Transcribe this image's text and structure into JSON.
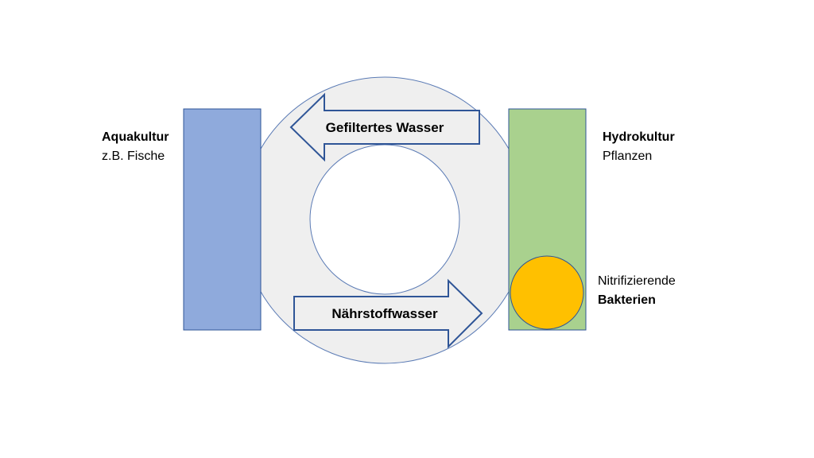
{
  "colors": {
    "ring_fill": "#efefef",
    "ring_stroke": "#5b7bb5",
    "aquakultur_fill": "#8faadc",
    "aquakultur_stroke": "#2f5597",
    "hydrokultur_fill": "#a9d18e",
    "hydrokultur_stroke": "#2f5597",
    "bacteria_fill": "#ffc000",
    "bacteria_stroke": "#2f5597",
    "arrow_fill": "#efefef",
    "arrow_stroke": "#2f5597"
  },
  "arrows": {
    "top": {
      "label": "Gefiltertes Wasser",
      "direction": "left"
    },
    "bottom": {
      "label": "Nährstoffwasser",
      "direction": "right"
    }
  },
  "aquakultur": {
    "title": "Aquakultur",
    "subtitle": "z.B. Fische"
  },
  "hydrokultur": {
    "title": "Hydrokultur",
    "subtitle": "Pflanzen"
  },
  "bakterien": {
    "line1": "Nitrifizierende",
    "line2": "Bakterien"
  }
}
